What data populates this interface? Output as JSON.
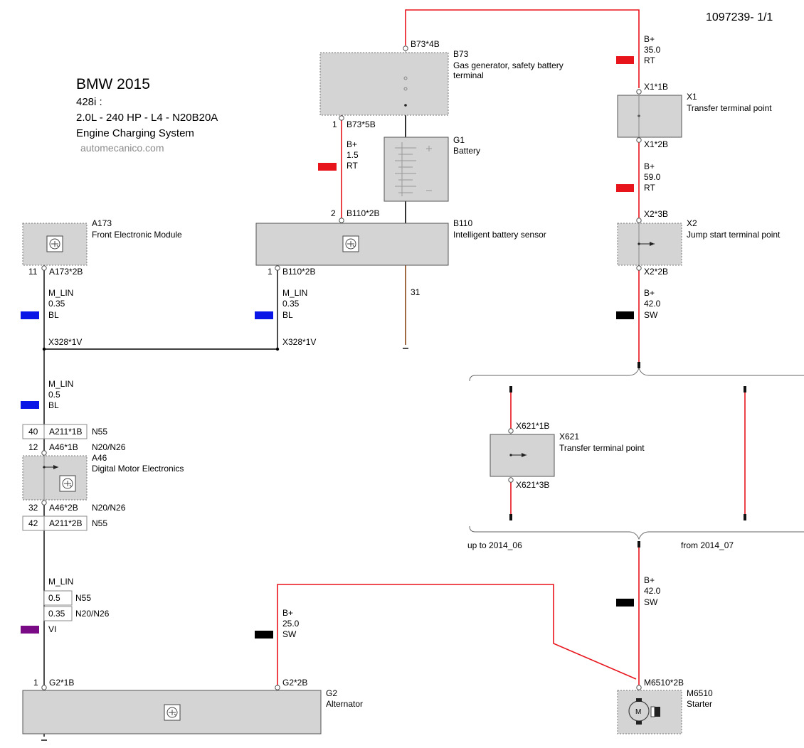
{
  "header": {
    "doc_id": "1097239- 1/1",
    "title": "BMW 2015",
    "model": "428i :",
    "engine": "2.0L - 240 HP - L4 - N20B20A",
    "system": "Engine Charging System",
    "website": "automecanico.com"
  },
  "colors": {
    "red_wire": "#e8141c",
    "blue_wire": "#0a16e6",
    "black_wire": "#000000",
    "violet_wire": "#7a0a86",
    "brown_wire": "#8b4513",
    "component_fill": "#d4d4d4"
  },
  "components": {
    "b73": {
      "id": "B73",
      "desc1": "Gas generator, safety battery",
      "desc2": "terminal",
      "pin_top": "B73*4B",
      "pin_bottom": "B73*5B",
      "pin_bottom_num": "1"
    },
    "g1": {
      "id": "G1",
      "desc": "Battery"
    },
    "b110": {
      "id": "B110",
      "desc": "Intelligent battery sensor",
      "pin_top": "B110*2B",
      "pin_top_num": "2",
      "pin_bottom": "B110*2B",
      "pin_bottom_num": "1"
    },
    "a173": {
      "id": "A173",
      "desc": "Front Electronic Module",
      "pin": "A173*2B",
      "pin_num": "11"
    },
    "x1": {
      "id": "X1",
      "desc": "Transfer terminal point",
      "pin_top": "X1*1B",
      "pin_bottom": "X1*2B"
    },
    "x2": {
      "id": "X2",
      "desc": "Jump start terminal point",
      "pin_top": "X2*3B",
      "pin_bottom": "X2*2B"
    },
    "x621": {
      "id": "X621",
      "desc": "Transfer terminal point",
      "pin_top": "X621*1B",
      "pin_bottom": "X621*3B"
    },
    "a46": {
      "id": "A46",
      "desc": "Digital Motor Electronics",
      "n55_top_num": "40",
      "n55_top_pin": "A211*1B",
      "n55_label": "N55",
      "top_num": "12",
      "top_pin": "A46*1B",
      "top_variant": "N20/N26",
      "bottom_num": "32",
      "bottom_pin": "A46*2B",
      "bottom_variant": "N20/N26",
      "n55_bottom_num": "42",
      "n55_bottom_pin": "A211*2B"
    },
    "g2": {
      "id": "G2",
      "desc": "Alternator",
      "pin1": "G2*1B",
      "pin1_num": "1",
      "pin2": "G2*2B"
    },
    "m6510": {
      "id": "M6510",
      "desc": "Starter",
      "pin": "M6510*2B"
    }
  },
  "wires": {
    "w_b73_b110": {
      "signal": "B+",
      "size": "1.5",
      "color": "RT"
    },
    "w_top_x1": {
      "signal": "B+",
      "size": "35.0",
      "color": "RT"
    },
    "w_x1_x2": {
      "signal": "B+",
      "size": "59.0",
      "color": "RT"
    },
    "w_x2_down": {
      "signal": "B+",
      "size": "42.0",
      "color": "SW"
    },
    "w_a173": {
      "signal": "M_LIN",
      "size": "0.35",
      "color": "BL"
    },
    "w_b110_lin": {
      "signal": "M_LIN",
      "size": "0.35",
      "color": "BL"
    },
    "w_lin_a46": {
      "signal": "M_LIN",
      "size": "0.5",
      "color": "BL"
    },
    "w_a46_g2": {
      "signal": "M_LIN",
      "size_n55": "0.5",
      "variant_n55": "N55",
      "size_n20": "0.35",
      "variant_n20": "N20/N26",
      "color": "VI"
    },
    "w_g2_m6510": {
      "signal": "B+",
      "size": "25.0",
      "color": "SW"
    },
    "w_starter": {
      "signal": "B+",
      "size": "42.0",
      "color": "SW"
    },
    "ground_label": "31",
    "splice_left": "X328*1V",
    "splice_right": "X328*1V"
  },
  "variants": {
    "left": "up to 2014_06",
    "right": "from 2014_07"
  }
}
